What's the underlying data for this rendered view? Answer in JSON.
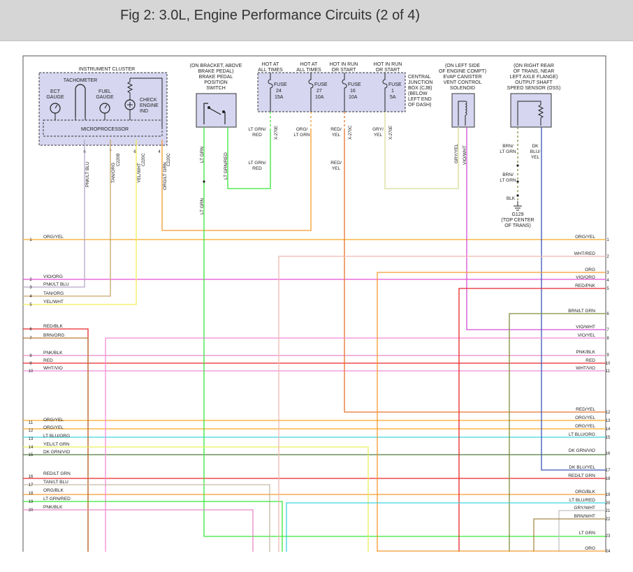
{
  "title": "Fig 2: 3.0L, Engine Performance Circuits (2 of 4)",
  "components": {
    "instrument_cluster": {
      "name": "INSTRUMENT CLUSTER",
      "tachometer": "TACHOMETER",
      "ect_gauge": [
        "ECT",
        "GAUGE"
      ],
      "fuel_gauge": [
        "FUEL",
        "GAUGE"
      ],
      "check_engine": [
        "CHECK",
        "ENGINE",
        "IND"
      ],
      "microprocessor": "MICROPROCESSOR",
      "pins": [
        "6",
        "7",
        "6",
        "4"
      ],
      "connectors": [
        "C220B",
        "C220C",
        "C220C"
      ]
    },
    "brake_switch": {
      "label": [
        "(ON BRACKET, ABOVE",
        "BRAKE PEDAL)",
        "BRAKE PEDAL",
        "POSITION",
        "SWITCH"
      ]
    },
    "cjb": {
      "hot_labels": [
        [
          "HOT AT",
          "ALL TIMES"
        ],
        [
          "HOT AT",
          "ALL TIMES"
        ],
        [
          "HOT IN RUN",
          "OR START"
        ],
        [
          "HOT IN RUN",
          "OR START"
        ]
      ],
      "fuses": [
        [
          "FUSE",
          "24",
          "15A"
        ],
        [
          "FUSE",
          "27",
          "10A"
        ],
        [
          "FUSE",
          "16",
          "10A"
        ],
        [
          "FUSE",
          "1",
          "5A"
        ]
      ],
      "label": [
        "CENTRAL",
        "JUNCTION",
        "BOX (CJB)",
        "(BELOW",
        "LEFT END",
        "OF DASH)"
      ],
      "connectors": [
        "X-270E",
        "X-270C",
        "X-270E"
      ]
    },
    "evap": {
      "label": [
        "(ON LEFT SIDE",
        "OF ENGINE COMPT)",
        "EVAP CANISTER",
        "VENT CONTROL",
        "SOLENOID"
      ]
    },
    "oss": {
      "label": [
        "(ON RIGHT REAR",
        "OF TRANS, NEAR",
        "LEFT AXLE FLANGE)",
        "OUTPUT SHAFT",
        "SPEED SENSOR (OSS)"
      ]
    },
    "ground": {
      "label": [
        "G129",
        "(TOP CENTER",
        "OF TRANS)"
      ]
    }
  },
  "wire_labels": {
    "cluster": [
      "PNK/LT BLU",
      "TAN/ORG",
      "YEL/WHT",
      "ORG/LT GRN"
    ],
    "brake": [
      "LT GRN",
      "LT GRN/RED",
      "LT GRN"
    ],
    "cjb_upper": [
      [
        "LT GRN/",
        "RED"
      ],
      [
        "ORG/",
        "LT GRN"
      ],
      [
        "RED/",
        "YEL"
      ],
      [
        "GRY/",
        "YEL"
      ]
    ],
    "cjb_lower": [
      [
        "LT GRN/",
        "RED"
      ],
      [
        "RED/",
        "YEL"
      ]
    ],
    "evap": [
      "GRY/YEL",
      "VIO/WHT"
    ],
    "oss_left": [
      [
        "BRN/",
        "LT GRN"
      ],
      [
        "BRN/",
        "LT GRN"
      ],
      [
        "BLK"
      ]
    ],
    "oss_right": [
      "DK",
      "BLU/",
      "YEL"
    ]
  },
  "left_pins": [
    {
      "num": "1",
      "label": "ORG/YEL"
    },
    {
      "num": "2",
      "label": "VIO/ORG"
    },
    {
      "num": "3",
      "label": "PNK/LT BLU"
    },
    {
      "num": "4",
      "label": "TAN/ORG"
    },
    {
      "num": "5",
      "label": "YEL/WHT"
    },
    {
      "num": "6",
      "label": "RED/BLK"
    },
    {
      "num": "7",
      "label": "BRN/ORG"
    },
    {
      "num": "8",
      "label": "PNK/BLK"
    },
    {
      "num": "9",
      "label": "RED"
    },
    {
      "num": "10",
      "label": "WHT/VIO"
    },
    {
      "num": "11",
      "label": "ORG/YEL"
    },
    {
      "num": "12",
      "label": "ORG/YEL"
    },
    {
      "num": "13",
      "label": "LT BLU/ORG"
    },
    {
      "num": "14",
      "label": "YEL/LT GRN"
    },
    {
      "num": "15",
      "label": "DK GRN/VIO"
    },
    {
      "num": "16",
      "label": "RED/LT GRN"
    },
    {
      "num": "17",
      "label": "TAN/LT BLU"
    },
    {
      "num": "18",
      "label": "ORG/BLK"
    },
    {
      "num": "19",
      "label": "LT GRN/RED"
    },
    {
      "num": "20",
      "label": "PNK/BLK"
    }
  ],
  "right_pins": [
    {
      "num": "1",
      "label": "ORG/YEL"
    },
    {
      "num": "2",
      "label": "WHT/RED"
    },
    {
      "num": "3",
      "label": "ORG"
    },
    {
      "num": "4",
      "label": "VIO/ORG"
    },
    {
      "num": "5",
      "label": "RED/PNK"
    },
    {
      "num": "6",
      "label": "BRN/LT GRN"
    },
    {
      "num": "7",
      "label": "VIO/WHT"
    },
    {
      "num": "8",
      "label": "VIO/YEL"
    },
    {
      "num": "9",
      "label": "PNK/BLK"
    },
    {
      "num": "10",
      "label": "RED"
    },
    {
      "num": "11",
      "label": "WHT/VIO"
    },
    {
      "num": "12",
      "label": "RED/YEL"
    },
    {
      "num": "13",
      "label": "ORG/YEL"
    },
    {
      "num": "14",
      "label": "ORG/YEL"
    },
    {
      "num": "15",
      "label": "LT BLU/ORG"
    },
    {
      "num": "16",
      "label": "DK GRN/VIO"
    },
    {
      "num": "17",
      "label": "DK BLU/YEL"
    },
    {
      "num": "18",
      "label": "RED/LT GRN"
    },
    {
      "num": "19",
      "label": "ORG/BLK"
    },
    {
      "num": "20",
      "label": "LT BLU/RED"
    },
    {
      "num": "21",
      "label": "GRY/WHT"
    },
    {
      "num": "22",
      "label": "BRN/WHT"
    },
    {
      "num": "23",
      "label": "LT GRN"
    },
    {
      "num": "24",
      "label": "ORG"
    }
  ],
  "colors": {
    "org_yel": "#f5a623",
    "vio_org": "#e84fd8",
    "pnk_ltblu": "#b5a8c8",
    "tan_org": "#c9a36a",
    "yel_wht": "#f2ee58",
    "red": "#e8262a",
    "brn_org": "#b97a3a",
    "pnk": "#e889c6",
    "wht_vio": "#f08bd8",
    "red_yel": "#e5742c",
    "lt_blu": "#3fd4e0",
    "yel_ltgrn": "#e6f05a",
    "dk_grn": "#4d7a3a",
    "tan_ltblu": "#c6b8a2",
    "lt_grn": "#39e639",
    "org": "#f39a2e",
    "wht_red": "#f2b8b0",
    "brn_ltgrn": "#7e8e3a",
    "dk_blu": "#3a55b8",
    "vio_wht": "#d44fd6",
    "gry_wht": "#c4c4c4",
    "brn_wht": "#a88a4a",
    "gry_yel": "#d8dc96"
  }
}
